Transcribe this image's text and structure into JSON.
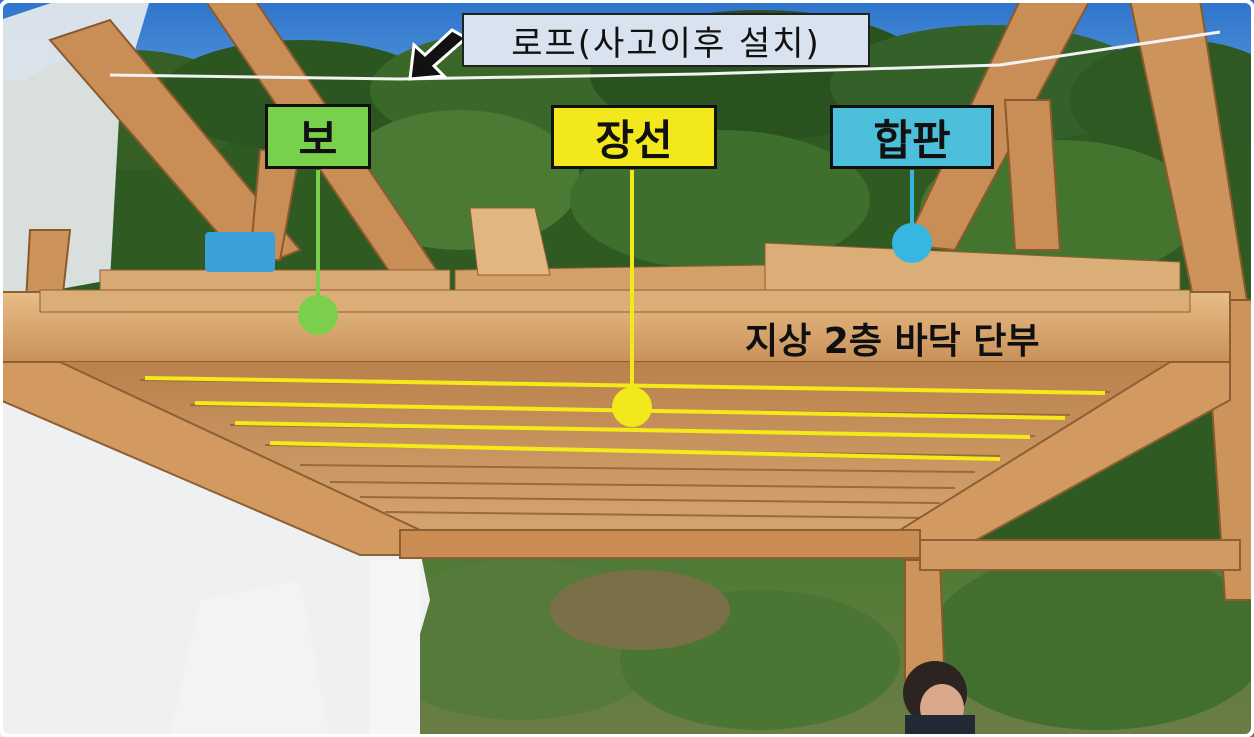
{
  "labels": {
    "rope": "로프(사고이후 설치)",
    "beam": "보",
    "joist": "장선",
    "plywood": "합판",
    "floor": "지상 2층 바닥 단부"
  },
  "colors": {
    "beam_marker": "#7ccf4a",
    "joist_marker": "#f2e81c",
    "plywood_marker": "#35b7df",
    "sky": "#2f7fd1",
    "lumber": "#d9a46a",
    "foliage": "#3c6a2a"
  },
  "icons": {
    "rope_pointer": "arrow-down-left-icon"
  }
}
